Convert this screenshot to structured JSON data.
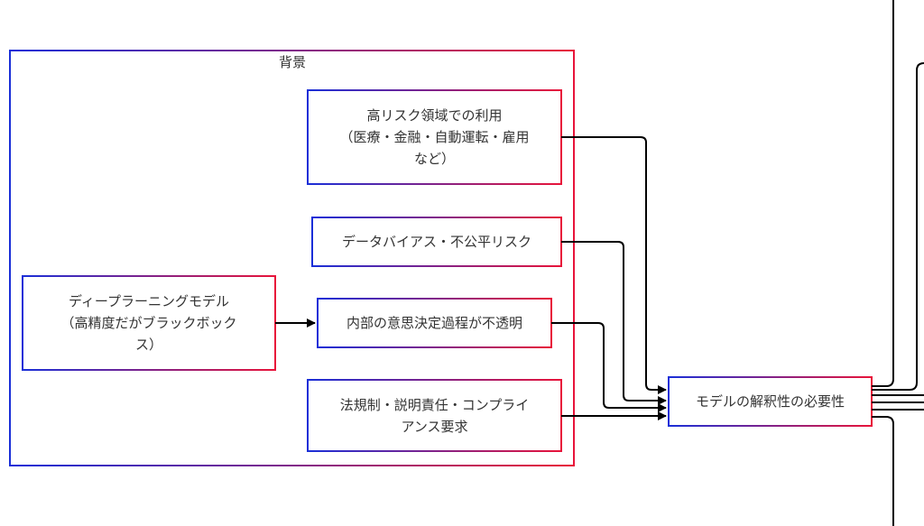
{
  "diagram": {
    "group_title": "背景",
    "nodes": {
      "high_risk": "高リスク領域での利用\n（医療・金融・自動運転・雇用\nなど）",
      "data_bias": "データバイアス・不公平リスク",
      "deep_learning": "ディープラーニングモデル\n（高精度だがブラックボック\nス）",
      "opaque": "内部の意思決定過程が不透明",
      "regulation": "法規制・説明責任・コンプライ\nアンス要求",
      "need": "モデルの解釈性の必要性"
    },
    "colors": {
      "border_start": "#1a2fd8",
      "border_end": "#e8143a",
      "arrow": "#000000",
      "text": "#333333"
    }
  }
}
